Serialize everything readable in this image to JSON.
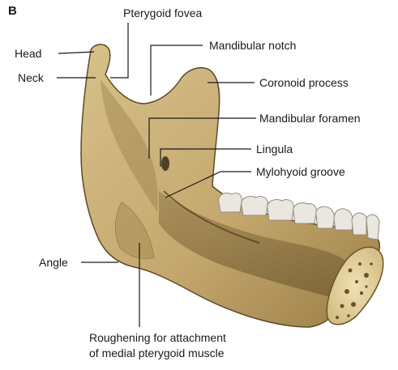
{
  "panel_letter": "B",
  "labels": {
    "head": "Head",
    "neck": "Neck",
    "pterygoid_fovea": "Pterygoid fovea",
    "mandibular_notch": "Mandibular notch",
    "coronoid_process": "Coronoid process",
    "mandibular_foramen": "Mandibular foramen",
    "lingula": "Lingula",
    "mylohyoid_groove": "Mylohyoid groove",
    "angle": "Angle",
    "roughening_line1": "Roughening for attachment",
    "roughening_line2": "of medial pterygoid muscle"
  },
  "colors": {
    "bone": "#c9b07a",
    "bone_shadow": "#8a6f3c",
    "bone_dark": "#5e4a24",
    "teeth": "#e9e7df",
    "spongy": "#e7d6a6",
    "leader": "#1a1a1a"
  }
}
